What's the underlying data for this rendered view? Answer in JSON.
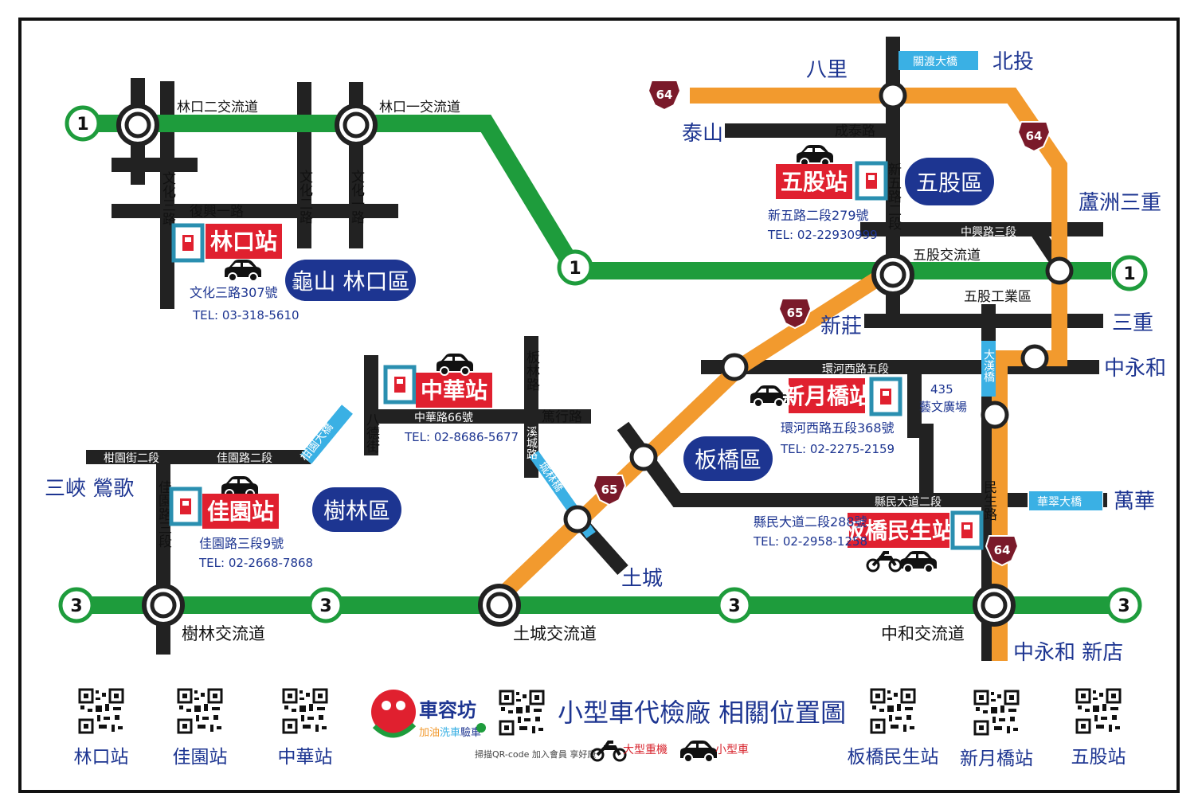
{
  "districts": {
    "bali": "八里",
    "beitou": "北投",
    "taishan": "泰山",
    "luzhou": "蘆洲三重",
    "xinzhuang": "新莊",
    "sanchong": "三重",
    "zhongyonghe_r": "中永和",
    "sanxia": "三峽 鶯歌",
    "tucheng": "土城",
    "wanhua": "萬華",
    "zhonghe_xindian": "中永和 新店"
  },
  "pills": {
    "linkou": "龜山 林口區",
    "wugu": "五股區",
    "shulin": "樹林區",
    "banqiao": "板橋區"
  },
  "roads": {
    "linkou2": "林口二交流道",
    "linkou1": "林口一交流道",
    "wenhua3": "文化三路",
    "wenhua2": "文化二路",
    "wenhua1": "文化一路",
    "fuxing1": "復興一路",
    "chengtai": "成泰路",
    "xinwu2": "新五路二段",
    "zhongxing3": "中興路三段",
    "wugu_ic": "五股交流道",
    "wugu_ind": "五股工業區",
    "huanhe5": "環河西路五段",
    "art_435": "435",
    "art_plaza": "藝文廣場",
    "banlin": "板林路",
    "duxing": "篤行路",
    "zhonghua66": "中華路66號",
    "bade": "八德街",
    "xicheng": "溪城路",
    "ganyuan2": "柑園街二段",
    "jiayuan2": "佳園路二段",
    "jiayuan3": "佳園路三段",
    "xianmin2": "縣民大道二段",
    "minsheng": "民生路",
    "shulin_ic": "樹林交流道",
    "tucheng_ic": "土城交流道",
    "zhonghe_ic": "中和交流道"
  },
  "bridges": {
    "guandu": "關渡大橋",
    "dahan": "大漢橋",
    "ganyuan": "柑園大橋",
    "chenglin": "城林橋",
    "huacui": "華翠大橋"
  },
  "shields": {
    "r64": "64",
    "r65": "65",
    "fw1": "1",
    "fw3": "3"
  },
  "stations": {
    "linkou": {
      "name": "林口站",
      "addr": "文化三路307號",
      "tel": "TEL: 03-318-5610"
    },
    "wugu": {
      "name": "五股站",
      "addr": "新五路二段279號",
      "tel": "TEL: 02-22930999"
    },
    "zhonghua": {
      "name": "中華站",
      "addr": "中華路66號",
      "tel": "TEL: 02-8686-5677"
    },
    "jiayuan": {
      "name": "佳園站",
      "addr": "佳園路三段9號",
      "tel": "TEL: 02-2668-7868"
    },
    "xinyueqiao": {
      "name": "新月橋站",
      "addr": "環河西路五段368號",
      "tel": "TEL: 02-2275-2159"
    },
    "minsheng": {
      "name": "板橋民生站",
      "addr": "縣民大道二段288號",
      "tel": "TEL: 02-2958-1258"
    }
  },
  "footer": {
    "qr_labels": [
      "林口站",
      "佳園站",
      "中華站",
      "板橋民生站",
      "新月橋站",
      "五股站"
    ],
    "brand": "車容坊",
    "brand_sub1": "加油",
    "brand_sub2": "洗車",
    "brand_sub3": "驗車",
    "scan_note": "掃描QR-code 加入會員 享好康",
    "title": "小型車代檢廠 相關位置圖",
    "legend_moto": "大型重機",
    "legend_car": "小型車"
  },
  "colors": {
    "freeway": "#1e9c3c",
    "orange": "#f29a2e",
    "road": "#222222",
    "station": "#e0202f",
    "pill": "#1d3591",
    "bridge": "#3ab0e4",
    "shield": "#7a1a2a"
  }
}
